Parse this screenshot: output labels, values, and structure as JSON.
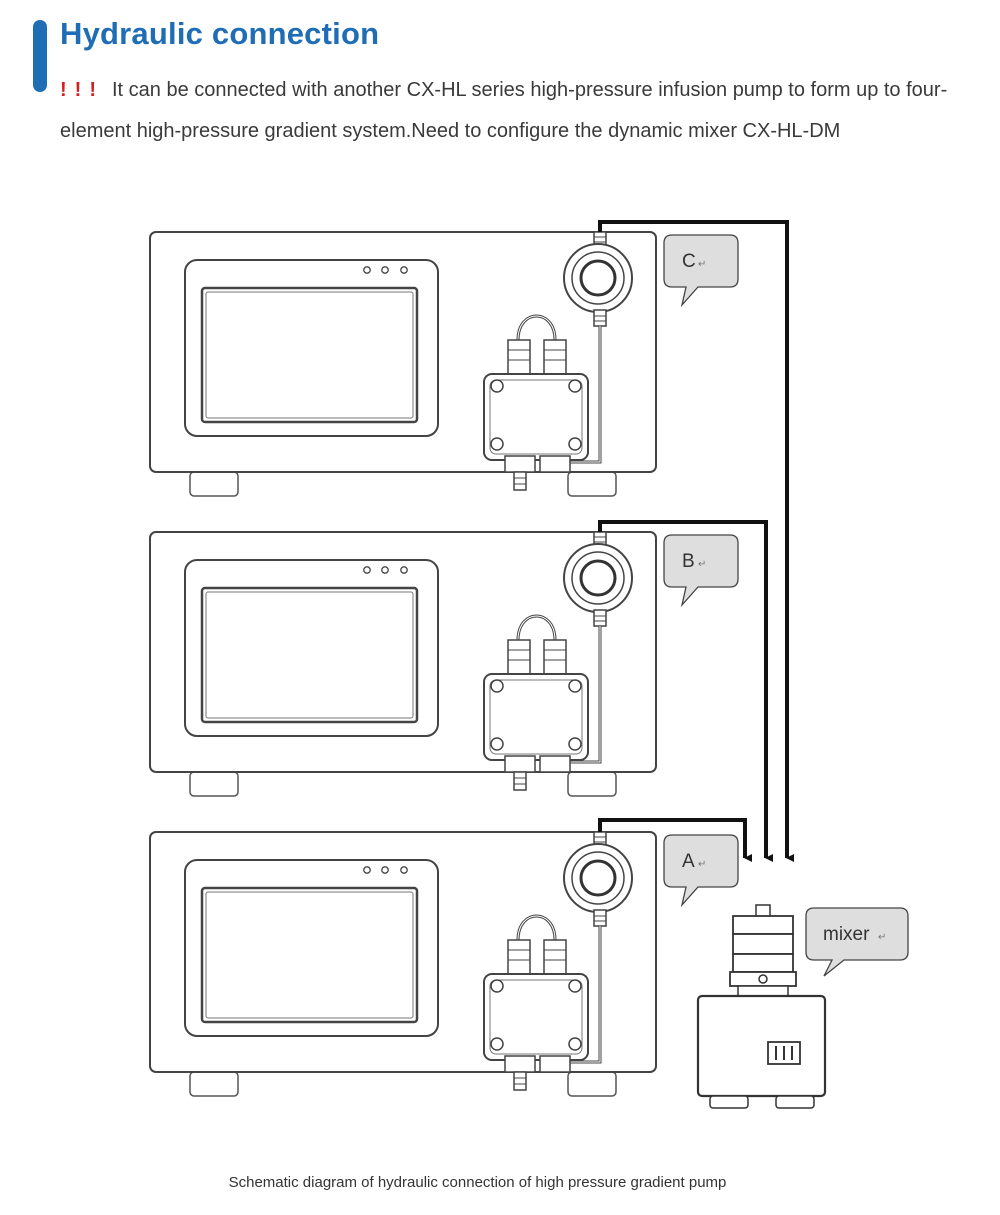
{
  "header": {
    "title": "Hydraulic connection",
    "warning_marks": "!!!",
    "description": "It can be connected with another CX-HL series high-pressure infusion pump to form up to four-element high-pressure gradient system.Need to configure the dynamic mixer CX-HL-DM"
  },
  "diagram": {
    "pumps": [
      {
        "label": "C"
      },
      {
        "label": "B"
      },
      {
        "label": "A"
      }
    ],
    "mixer_label": "mixer",
    "caption": "Schematic diagram of hydraulic connection of high pressure gradient pump"
  },
  "colors": {
    "title": "#1f6db5",
    "warning": "#d62020",
    "callout_fill": "#dedede",
    "line": "#111111"
  }
}
